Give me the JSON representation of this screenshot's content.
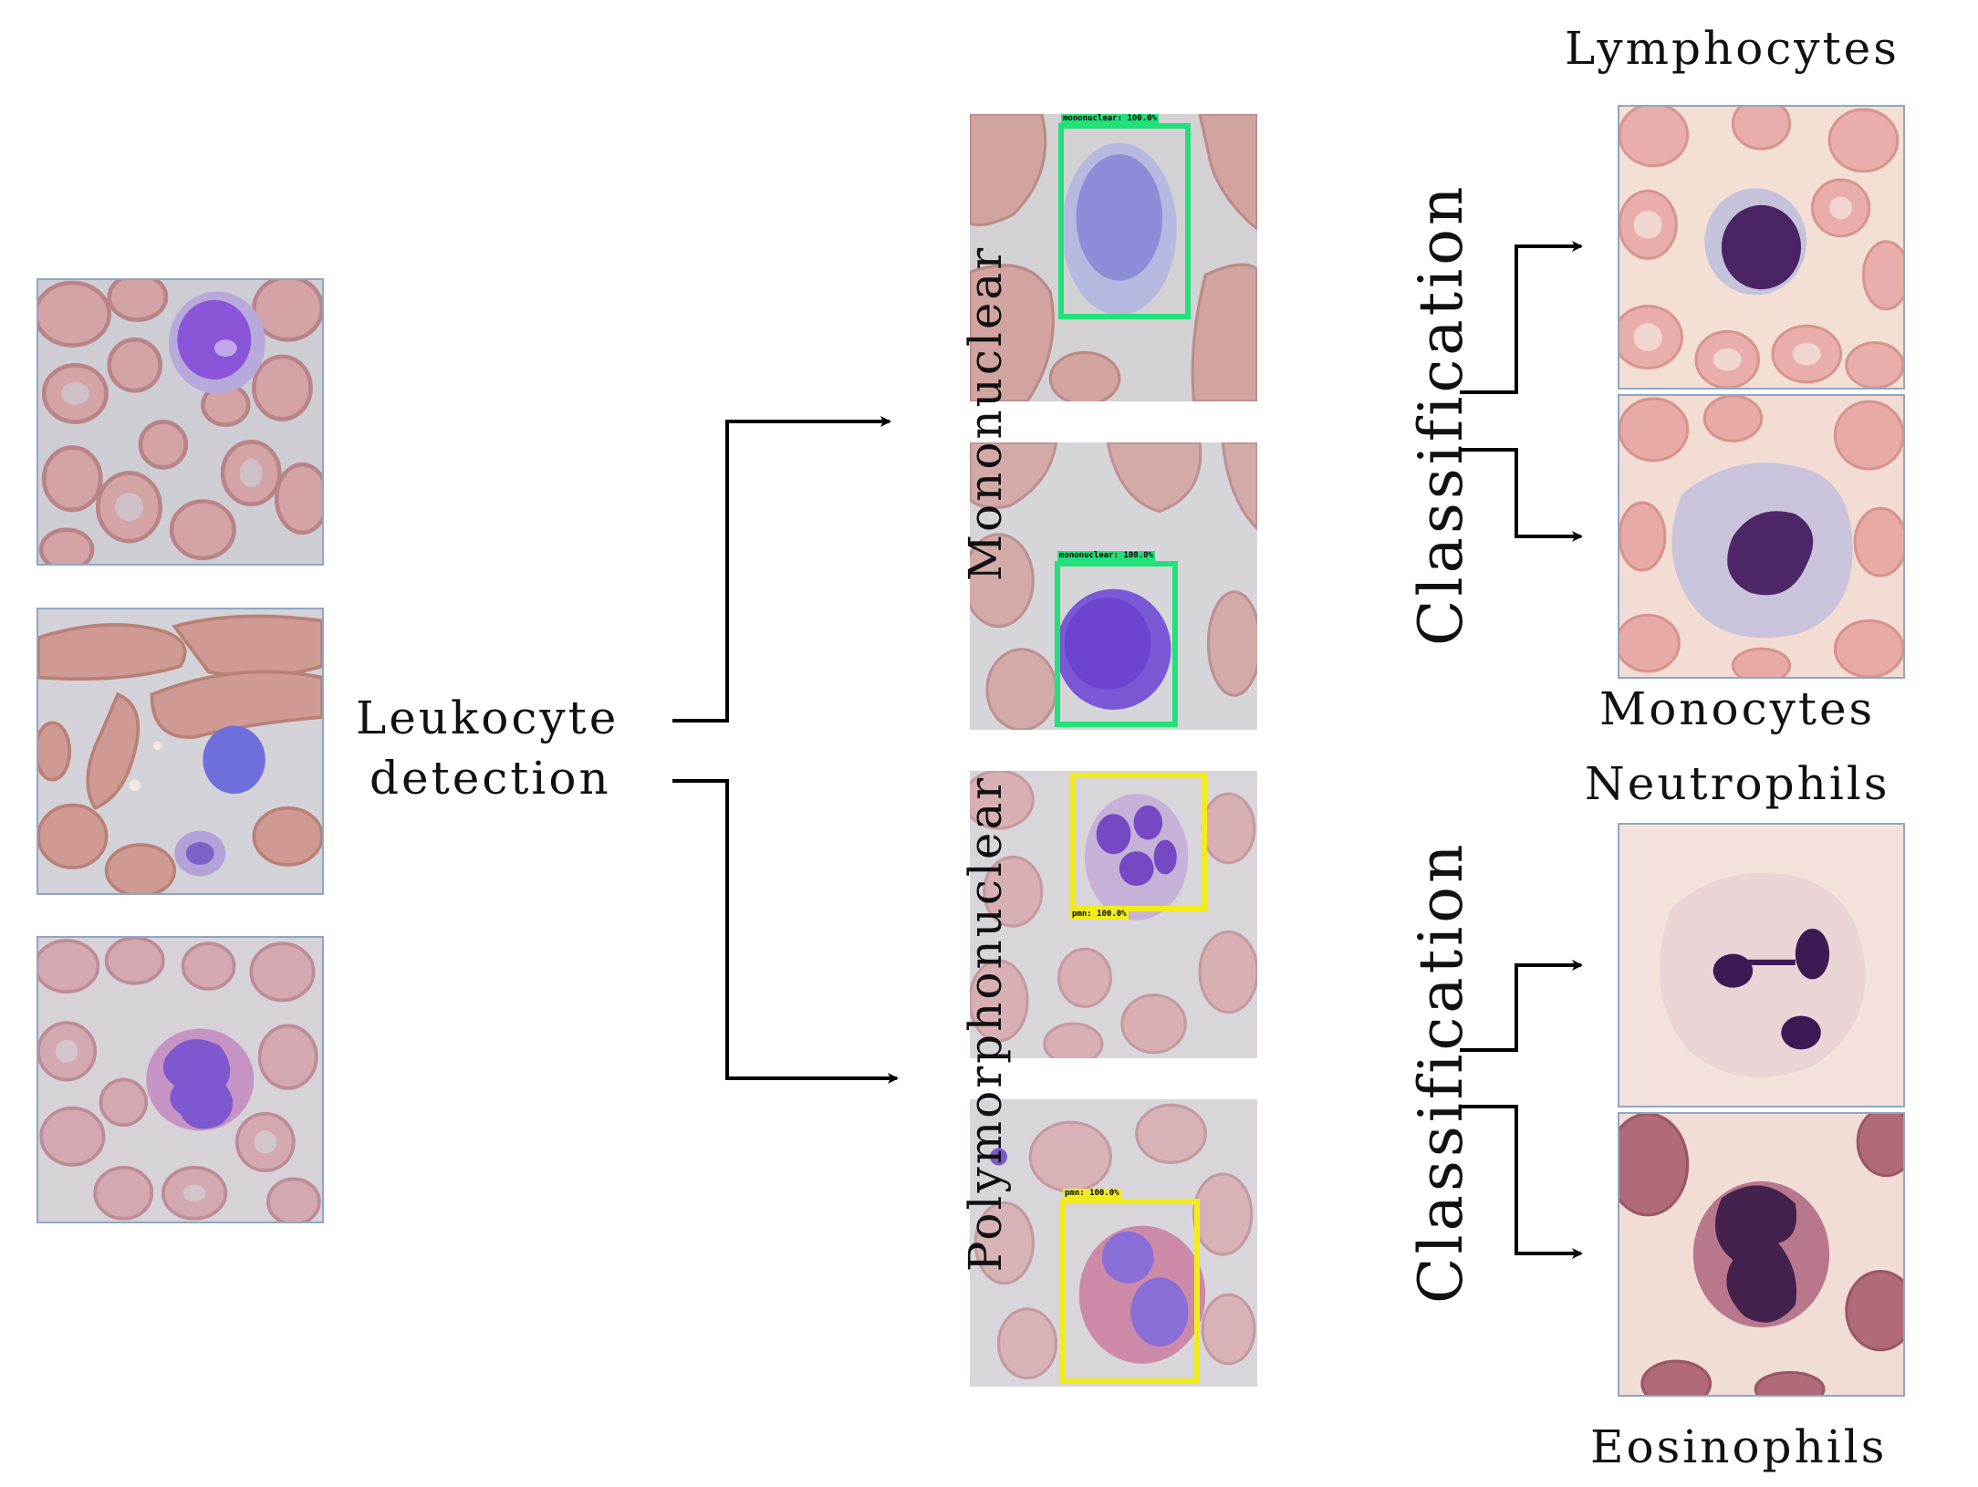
{
  "labels": {
    "detection_line1": "Leukocyte",
    "detection_line2": "detection",
    "mononuclear": "Mononuclear",
    "polymorphonuclear": "Polymorphonuclear",
    "classification_top": "Classification",
    "classification_bottom": "Classification",
    "lymphocytes": "Lymphocytes",
    "monocytes": "Monocytes",
    "neutrophils": "Neutrophils",
    "eosinophils": "Eosinophils"
  },
  "detections": {
    "mono1": "mononuclear: 100.0%",
    "mono2": "mononuclear: 100.0%",
    "poly1": "pmn: 100.0%",
    "poly2": "pmn: 100.0%"
  },
  "colors": {
    "mononuclear_box": "#22e07a",
    "polymorphonuclear_box": "#f2ec1d",
    "arrow": "#000000"
  }
}
